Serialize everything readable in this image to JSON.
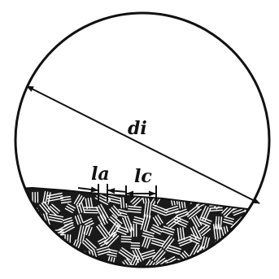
{
  "labels": {
    "diameter": "di",
    "lamella_a": "la",
    "lamella_c": "lc"
  },
  "colors": {
    "ink": "#111111",
    "background": "#ffffff"
  }
}
